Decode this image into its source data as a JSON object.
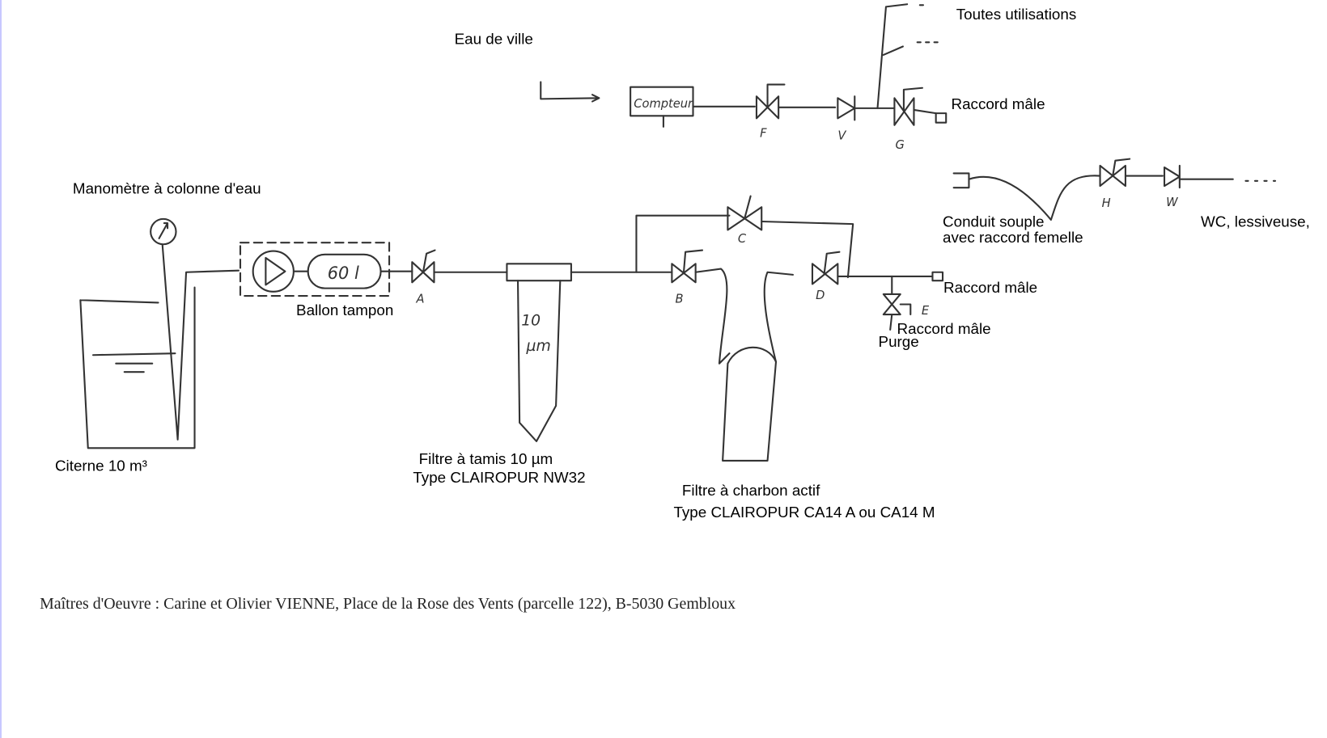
{
  "labels": {
    "eau_de_ville": "Eau de ville",
    "toutes_utilisations": "Toutes utilisations",
    "raccord_male_top": "Raccord mâle",
    "manometre": "Manomètre à colonne d'eau",
    "conduit_souple_1": "Conduit souple",
    "conduit_souple_2": "avec raccord femelle",
    "wc": "WC, lessiveuse,",
    "raccord_male_mid": "Raccord mâle",
    "raccord_male_purge": "Raccord mâle",
    "purge": "Purge",
    "ballon_tampon": "Ballon tampon",
    "citerne": "Citerne 10 m³",
    "filtre_tamis_1": "Filtre à tamis 10 µm",
    "filtre_tamis_2": "Type CLAIROPUR NW32",
    "filtre_charbon_1": "Filtre à charbon actif",
    "filtre_charbon_2": "Type CLAIROPUR CA14 A ou CA14 M"
  },
  "handwritten": {
    "compteur": "Compteur",
    "valve_f": "F",
    "valve_v": "V",
    "valve_g": "G",
    "valve_h": "H",
    "valve_w": "W",
    "valve_a": "A",
    "valve_b": "B",
    "valve_c": "C",
    "valve_d": "D",
    "valve_e": "E",
    "ballon_volume": "60 l",
    "filter_size_1": "10",
    "filter_size_2": "µm"
  },
  "footer": "Maîtres d'Oeuvre : Carine et Olivier VIENNE, Place de la Rose des Vents (parcelle 122), B-5030 Gembloux"
}
